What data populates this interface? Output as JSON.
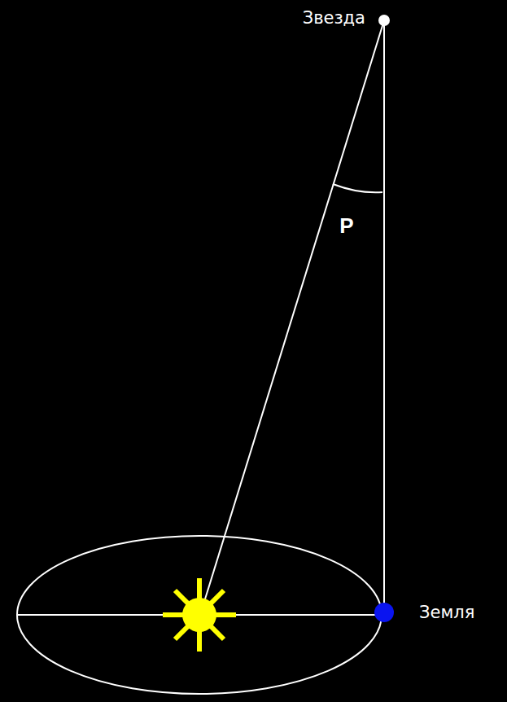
{
  "diagram": {
    "labels": [
      "Звезда",
      "P",
      "Земля"
    ]
  }
}
